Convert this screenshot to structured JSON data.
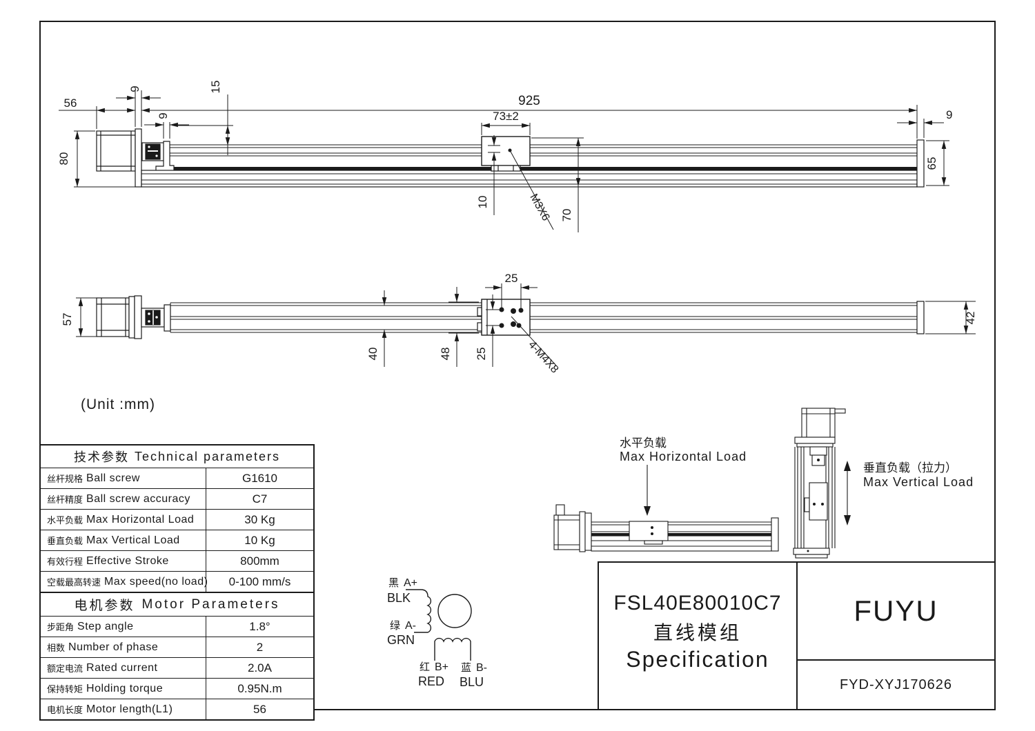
{
  "sheet": {
    "unit_note": "(Unit :mm)"
  },
  "side_view": {
    "dims": {
      "motor_length": "56",
      "plate_thickness": "9",
      "block_thickness": "9",
      "top_height": "15",
      "overall_height": "80",
      "overall_length": "925",
      "carriage_length": "73±2",
      "hole_pitch": "10",
      "thread_spec": "M3X6",
      "mid_height": "70",
      "endcap_thickness": "9",
      "end_height": "65"
    }
  },
  "plan_view": {
    "dims": {
      "motor_width": "57",
      "hole_pitch_top": "25",
      "body_width": "40",
      "flange_width": "48",
      "hole_pitch_side": "25",
      "thread_spec": "4-M4X8",
      "endcap_width": "42"
    }
  },
  "tech_table": {
    "header_cn": "技术参数",
    "header_en": "Technical parameters",
    "rows": [
      {
        "cn": "丝杆规格",
        "en": "Ball screw",
        "value": "G1610"
      },
      {
        "cn": "丝杆精度",
        "en": "Ball screw accuracy",
        "value": "C7"
      },
      {
        "cn": "水平负载",
        "en": "Max Horizontal Load",
        "value": "30 Kg"
      },
      {
        "cn": "垂直负载",
        "en": "Max Vertical Load",
        "value": "10 Kg"
      },
      {
        "cn": "有效行程",
        "en": "Effective Stroke",
        "value": "800mm"
      },
      {
        "cn": "空载最高转速",
        "en": "Max speed(no load)",
        "value": "0-100 mm/s"
      }
    ]
  },
  "motor_table": {
    "header_cn": "电机参数",
    "header_en": "Motor Parameters",
    "rows": [
      {
        "cn": "步距角",
        "en": "Step angle",
        "value": "1.8°"
      },
      {
        "cn": "相数",
        "en": "Number of phase",
        "value": "2"
      },
      {
        "cn": "额定电流",
        "en": "Rated current",
        "value": "2.0A"
      },
      {
        "cn": "保持转矩",
        "en": "Holding torque",
        "value": "0.95N.m"
      },
      {
        "cn": "电机长度",
        "en": "Motor length(L1)",
        "value": "56"
      }
    ]
  },
  "load_figures": {
    "horizontal_cn": "水平负载",
    "horizontal_en": "Max Horizontal Load",
    "vertical_cn": "垂直负载（拉力）",
    "vertical_en": "Max Vertical Load"
  },
  "wiring": {
    "a_plus_cn": "黑",
    "a_plus": "A+",
    "a_plus_abbr": "BLK",
    "a_minus_cn": "绿",
    "a_minus": "A-",
    "a_minus_abbr": "GRN",
    "b_plus_cn": "红",
    "b_plus": "B+",
    "b_plus_abbr": "RED",
    "b_minus_cn": "蓝",
    "b_minus": "B-",
    "b_minus_abbr": "BLU"
  },
  "title_block": {
    "model": "FSL40E80010C7",
    "product_cn": "直线模组",
    "doc_type": "Specification",
    "brand": "FUYU",
    "doc_no": "FYD-XYJ170626"
  }
}
